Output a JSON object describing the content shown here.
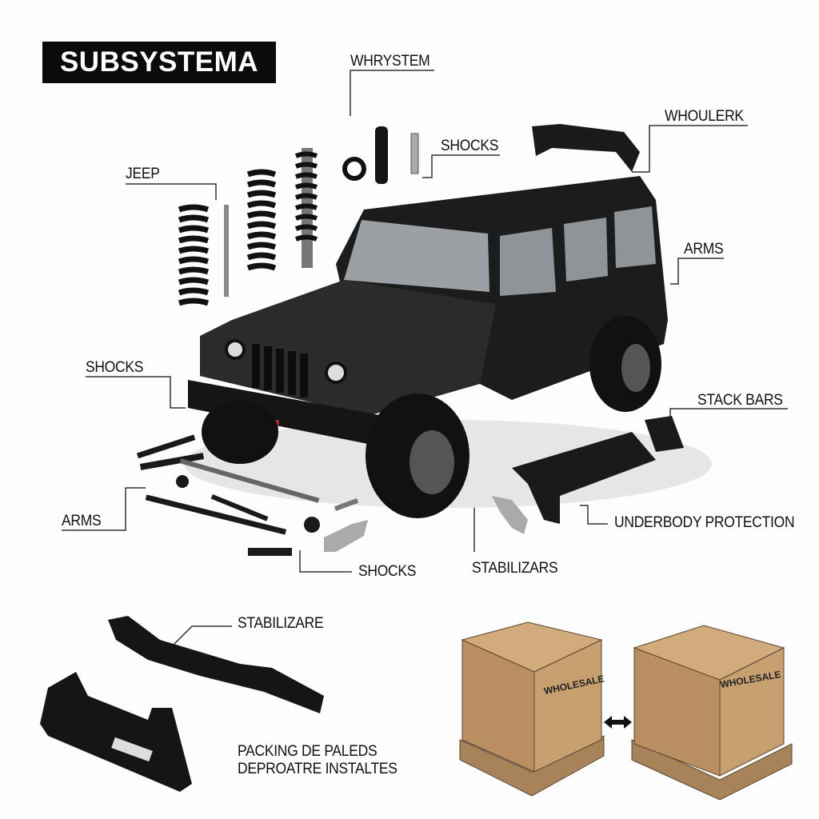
{
  "title": "SUBSYSTEMA",
  "labels": {
    "whrystem": "WHRYSTEM",
    "shocks_top": "SHOCKS",
    "whoulerk": "WHOULERK",
    "jeep": "JEEP",
    "arms_right": "ARMS",
    "shocks_left": "SHOCKS",
    "stack_bars": "STACK BARS",
    "arms_left": "ARMS",
    "underbody_protection": "UNDERBODY PROTECTION",
    "shocks_bottom": "SHOCKS",
    "stabilizars": "STABILIZARS",
    "stabilizare": "STABILIZARE"
  },
  "packing": {
    "line1": "PACKING DE PALEDS",
    "line2": "DEPROATRE INSTALTES"
  },
  "boxes": {
    "label": "WHOLESALE"
  },
  "colors": {
    "cardboard": "#c49a6c",
    "vehicle": "#2a2a2a",
    "title_bg": "#0b0b0b"
  }
}
